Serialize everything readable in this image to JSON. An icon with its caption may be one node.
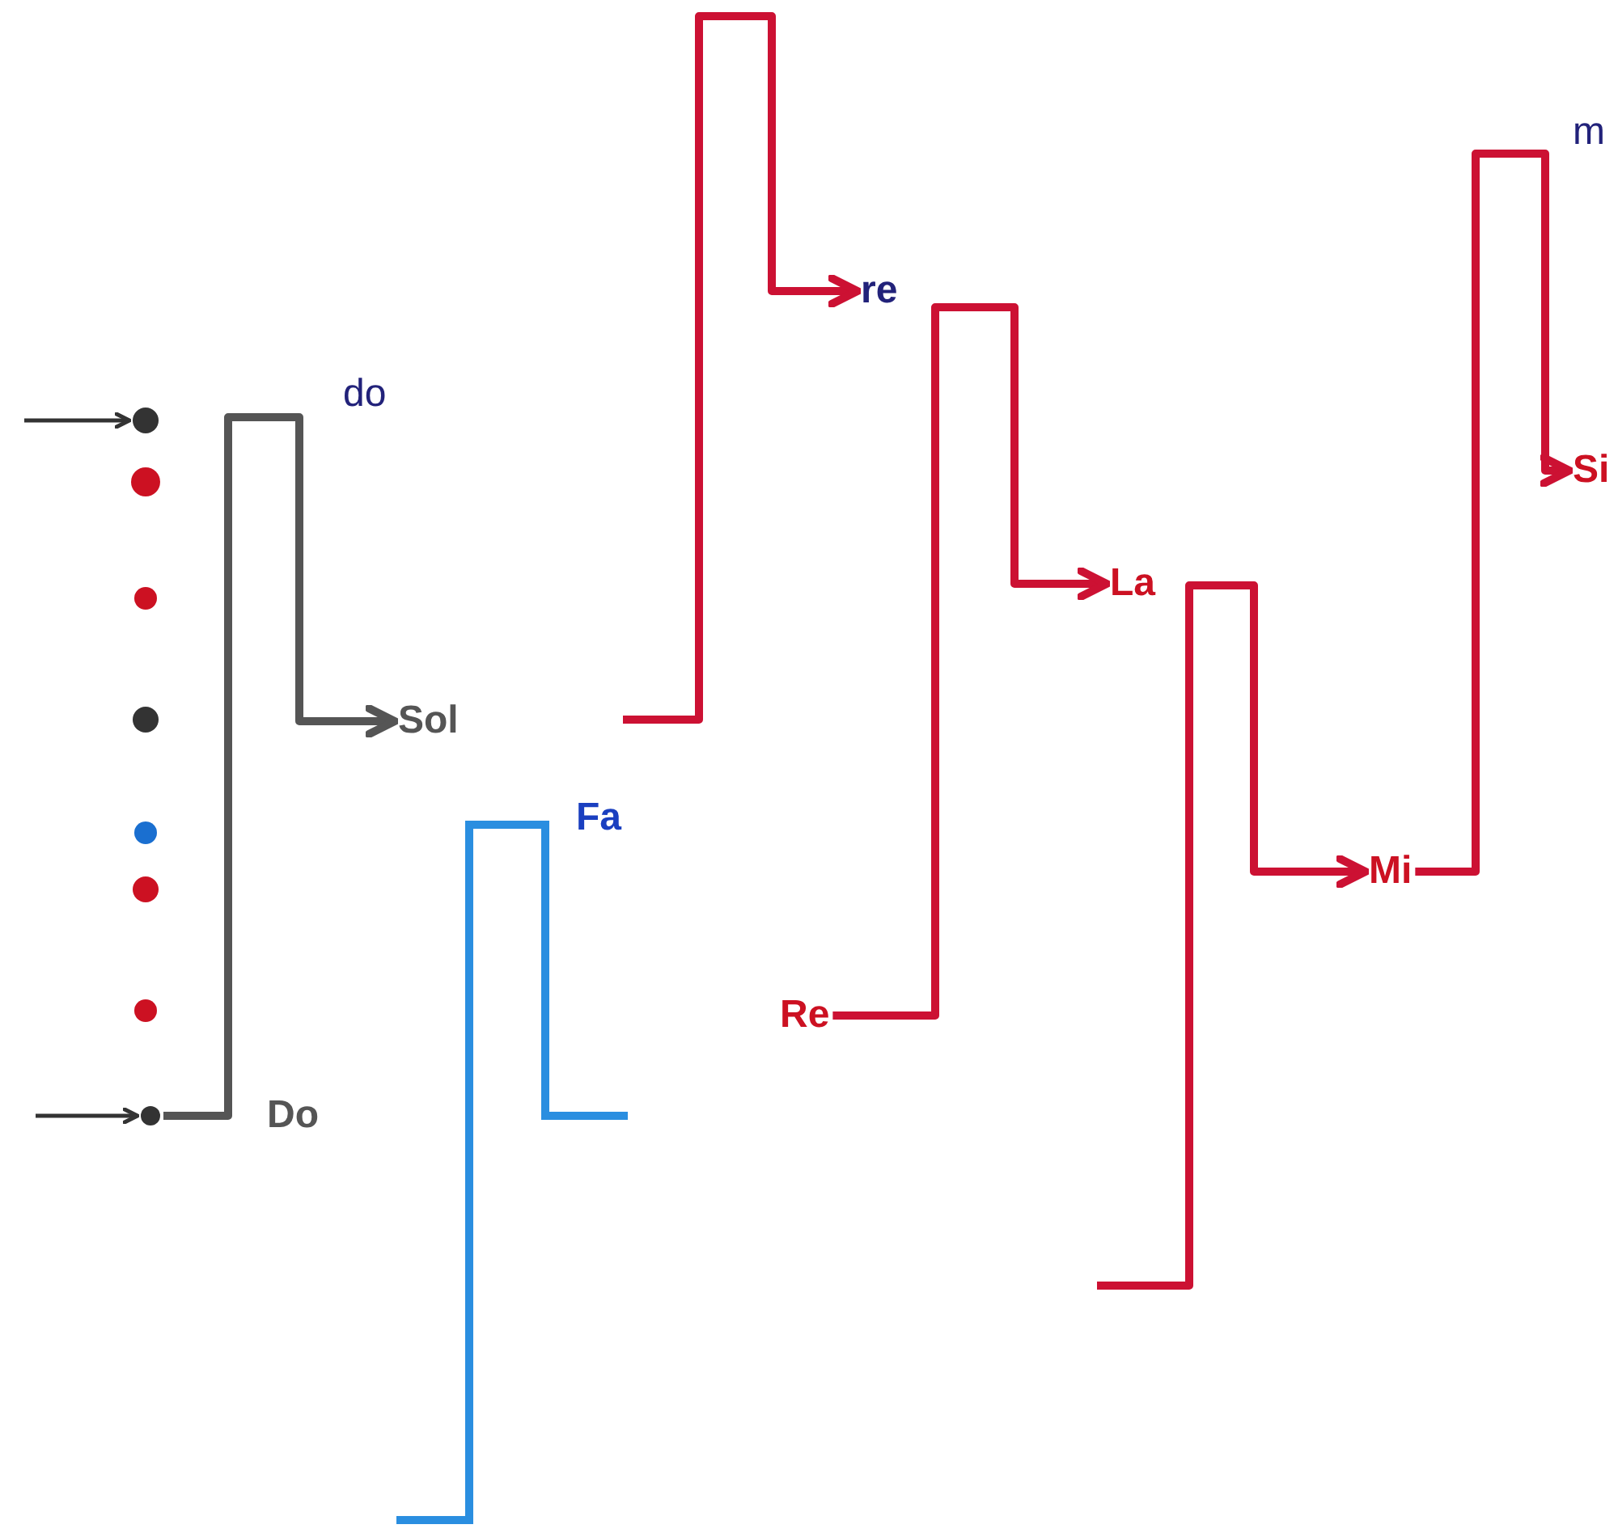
{
  "diagram": {
    "nodes": [
      {
        "text": [],
        "shape": "circle"
      },
      {
        "text": [],
        "shape": "circle"
      },
      {
        "text": [],
        "shape": "circle"
      },
      {
        "text": [],
        "shape": "circle"
      },
      {
        "text": [],
        "shape": "circle"
      },
      {
        "text": [],
        "shape": "circle"
      },
      {
        "text": [],
        "shape": "circle"
      },
      {
        "text": [],
        "shape": "circle"
      },
      {
        "text": [
          "Sol"
        ]
      },
      {
        "text": [
          "re"
        ]
      },
      {
        "text": [
          "Re"
        ]
      },
      {
        "text": [
          "La"
        ]
      },
      {
        "text": [
          "Mi"
        ]
      },
      {
        "text": [
          "Si"
        ]
      }
    ],
    "edges": [
      {
        "from": null,
        "to": 0,
        "arrow": "to",
        "color": "#333333"
      },
      {
        "from": null,
        "to": 7,
        "arrow": "to",
        "color": "#333333"
      },
      {
        "from": 7,
        "to": 8,
        "arrow": "to",
        "label": "do",
        "color": "#555555"
      },
      {
        "from": null,
        "to": 9,
        "arrow": "to"
      },
      {
        "from": 10,
        "to": 11,
        "arrow": "to"
      },
      {
        "from": null,
        "to": 12,
        "arrow": "to"
      },
      {
        "from": 12,
        "to": 13,
        "arrow": "to",
        "label": "m"
      }
    ],
    "labels": [
      "Fa",
      "Do"
    ]
  }
}
